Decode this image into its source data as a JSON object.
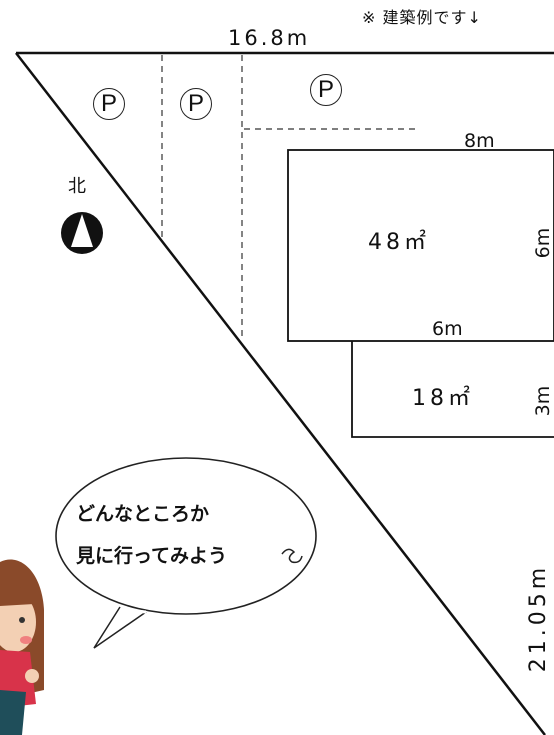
{
  "note": "※ 建築例です↓",
  "dimensions": {
    "frontage_top": "16.8m",
    "right_side": "21.05m",
    "building_main_width": "8m",
    "building_main_depth": "6m",
    "building_annex_width": "6m",
    "building_annex_depth": "3m"
  },
  "areas": {
    "main": "48㎡",
    "annex": "18㎡"
  },
  "parking_label": "P",
  "north_label": "北",
  "speech": {
    "line1": "どんなところか",
    "line2": "見に行ってみよう",
    "doodle": "ᘐ"
  },
  "colors": {
    "line": "#111111",
    "north_badge": "#111111",
    "character_hair": "#8a4a2a",
    "character_shirt": "#d8334a"
  },
  "icons": [
    "north-arrow-icon",
    "parking-icon",
    "character-illustration"
  ]
}
